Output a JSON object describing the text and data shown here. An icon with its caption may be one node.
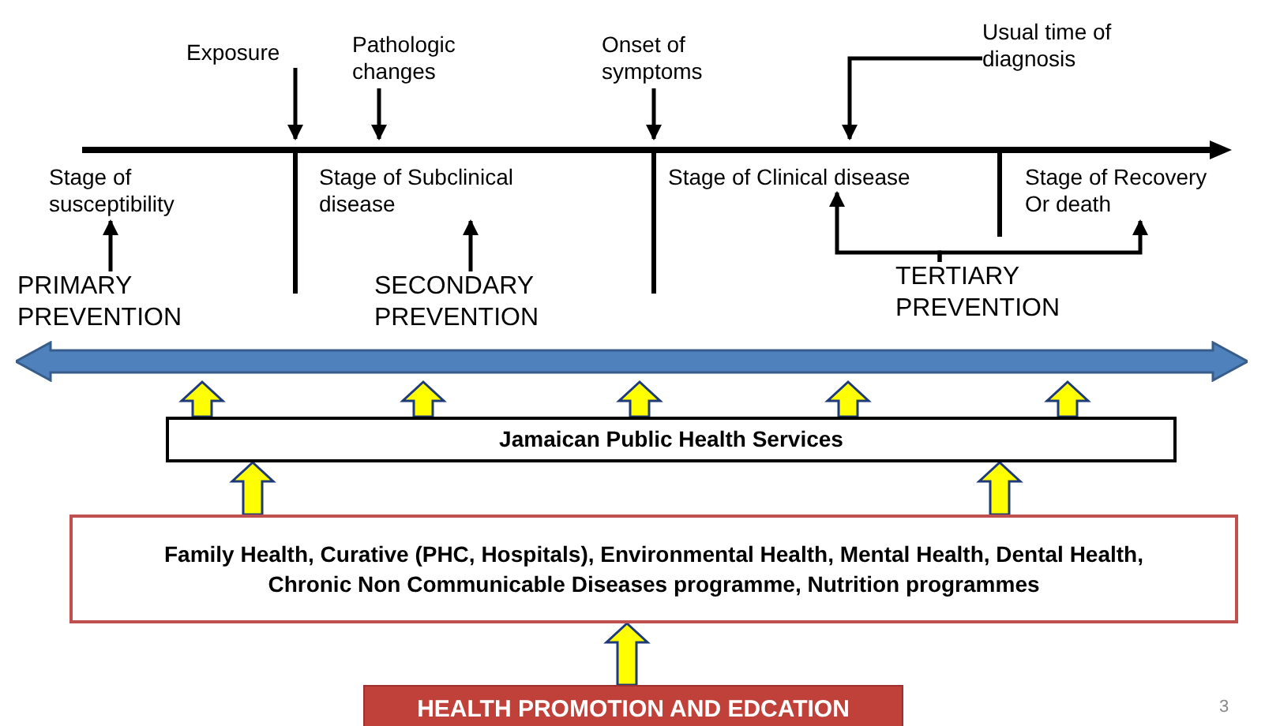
{
  "diagram": {
    "nodes": [
      {
        "text": [
          "Exposure"
        ]
      },
      {
        "text": [
          "Pathologic changes"
        ]
      },
      {
        "text": [
          "Onset of symptoms"
        ]
      },
      {
        "text": [
          "Usual time of diagnosis"
        ]
      },
      {
        "text": [
          "Stage of susceptibility"
        ]
      },
      {
        "text": [
          "Stage of Subclinical disease"
        ]
      },
      {
        "text": [
          "Stage of Clinical disease"
        ]
      },
      {
        "text": [
          "Stage of Recovery Or death"
        ]
      },
      {
        "text": [
          "PRIMARY PREVENTION"
        ]
      },
      {
        "text": [
          "SECONDARY PREVENTION"
        ]
      },
      {
        "text": [
          "TERTIARY PREVENTION"
        ]
      },
      {
        "text": [],
        "shape": "bar"
      },
      {
        "text": [
          "Jamaican Public Health Services"
        ]
      },
      {
        "text": [
          "Family Health, Curative (PHC, Hospitals), Environmental Health, Mental Health, Dental Health, Chronic Non Communicable Diseases programme, Nutrition programmes"
        ]
      },
      {
        "text": [
          "HEALTH PROMOTION AND EDCATION"
        ]
      },
      {
        "text": [],
        "shape": "arrow"
      }
    ],
    "edges": [
      {
        "from": 0,
        "to": 15,
        "arrow": "to"
      },
      {
        "from": 1,
        "to": 15,
        "arrow": "to"
      },
      {
        "from": 2,
        "to": 15,
        "arrow": "to"
      },
      {
        "from": 3,
        "to": 15,
        "arrow": "to"
      },
      {
        "from": 8,
        "to": 4,
        "arrow": "to"
      },
      {
        "from": 9,
        "to": 5,
        "arrow": "to"
      },
      {
        "from": 10,
        "to": 6,
        "arrow": "to"
      },
      {
        "from": 10,
        "to": 7,
        "arrow": "to"
      },
      {
        "from": 12,
        "to": 11,
        "arrow": "to",
        "style": "thick",
        "color": "#ffff00"
      },
      {
        "from": 12,
        "to": 11,
        "arrow": "to",
        "style": "thick",
        "color": "#ffff00"
      },
      {
        "from": 12,
        "to": 11,
        "arrow": "to",
        "style": "thick",
        "color": "#ffff00"
      },
      {
        "from": 12,
        "to": 11,
        "arrow": "to",
        "style": "thick",
        "color": "#ffff00"
      },
      {
        "from": 12,
        "to": 11,
        "arrow": "to",
        "style": "thick",
        "color": "#ffff00"
      },
      {
        "from": 13,
        "to": 12,
        "arrow": "to",
        "style": "thick",
        "color": "#ffff00"
      },
      {
        "from": 13,
        "to": 12,
        "arrow": "to",
        "style": "thick",
        "color": "#ffff00"
      },
      {
        "from": 14,
        "to": 13,
        "arrow": "to",
        "style": "thick",
        "color": "#ffff00"
      }
    ],
    "labels": [
      "3"
    ]
  }
}
